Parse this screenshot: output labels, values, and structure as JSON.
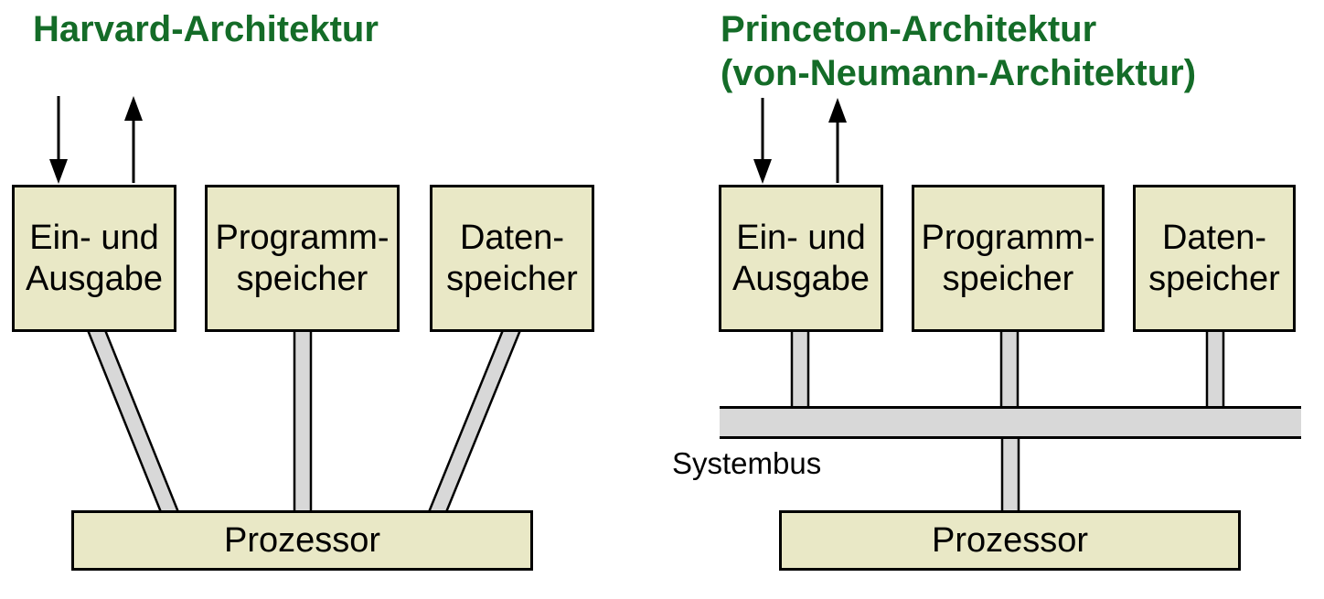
{
  "colors": {
    "title_green": "#146c28",
    "box_fill": "#e9e8c6",
    "connector_gray": "#d8d8d8",
    "line_black": "#000000"
  },
  "harvard": {
    "title": "Harvard-Architektur",
    "boxes": [
      {
        "line1": "Ein- und",
        "line2": "Ausgabe"
      },
      {
        "line1": "Programm-",
        "line2": "speicher"
      },
      {
        "line1": "Daten-",
        "line2": "speicher"
      }
    ],
    "processor": "Prozessor"
  },
  "princeton": {
    "title_line1": "Princeton-Architektur",
    "title_line2": "(von-Neumann-Architektur)",
    "boxes": [
      {
        "line1": "Ein- und",
        "line2": "Ausgabe"
      },
      {
        "line1": "Programm-",
        "line2": "speicher"
      },
      {
        "line1": "Daten-",
        "line2": "speicher"
      }
    ],
    "bus_label": "Systembus",
    "processor": "Prozessor"
  }
}
